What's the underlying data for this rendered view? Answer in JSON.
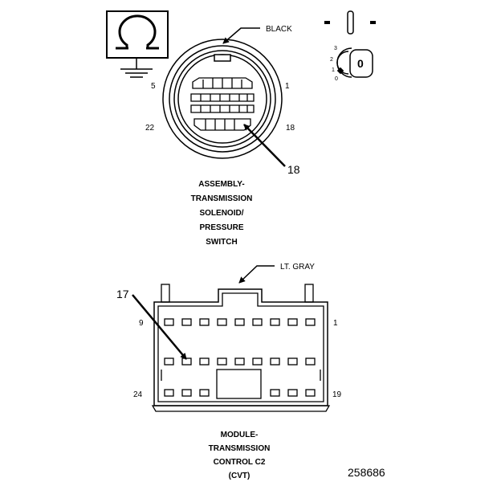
{
  "ground_symbol": {
    "icon": "ohm-ground-icon"
  },
  "upper_connector": {
    "color_label": "BLACK",
    "pin_labels": {
      "top_left": "5",
      "top_right": "1",
      "bottom_left": "22",
      "bottom_right": "18"
    },
    "callout_pin": "18",
    "caption": [
      "ASSEMBLY-",
      "TRANSMISSION",
      "SOLENOID/",
      "PRESSURE",
      "SWITCH"
    ]
  },
  "ignition_key": {
    "icon": "ignition-key-icon",
    "positions": [
      "3",
      "2",
      "1",
      "0"
    ],
    "key_label": "0"
  },
  "lower_connector": {
    "color_label": "LT. GRAY",
    "pin_labels": {
      "top_left": "9",
      "top_right": "1",
      "bottom_left": "24",
      "bottom_right": "19"
    },
    "callout_pin": "17",
    "caption": [
      "MODULE-",
      "TRANSMISSION",
      "CONTROL C2",
      "(CVT)"
    ]
  },
  "figure_number": "258686"
}
